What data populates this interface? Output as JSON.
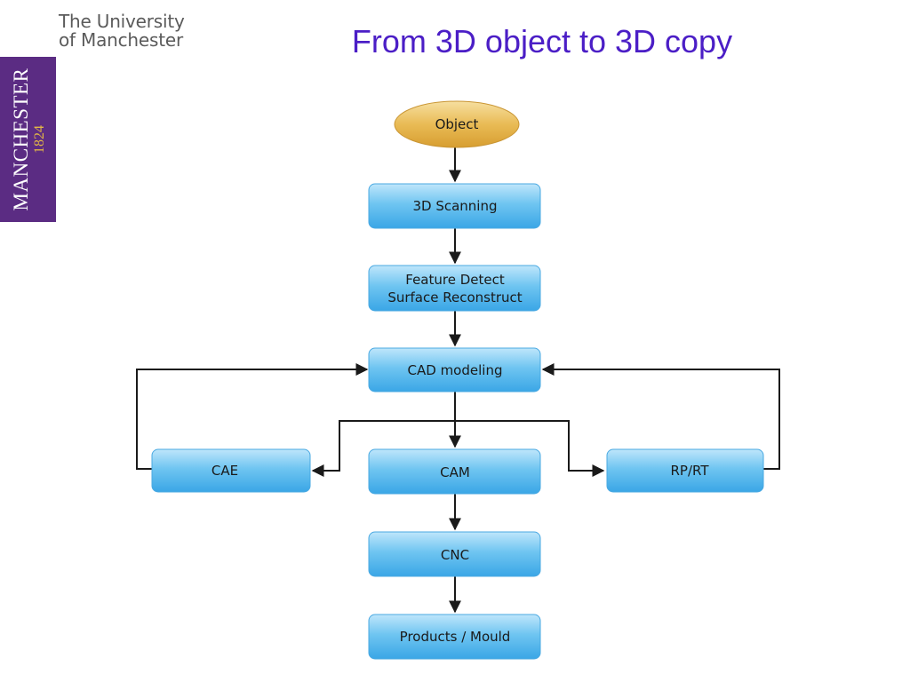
{
  "header": {
    "university_line1": "The University",
    "university_line2": "of Manchester",
    "crest_name": "MANCHESTER",
    "crest_year": "1824"
  },
  "slide": {
    "title": "From 3D object to 3D copy"
  },
  "flowchart": {
    "nodes": {
      "object": "Object",
      "scanning": "3D Scanning",
      "feature_line1": "Feature Detect",
      "feature_line2": "Surface Reconstruct",
      "cad": "CAD modeling",
      "cae": "CAE",
      "cam": "CAM",
      "rprt": "RP/RT",
      "cnc": "CNC",
      "products": "Products / Mould"
    },
    "colors": {
      "process_node": "#5cb8ee",
      "start_node": "#e6b74f",
      "arrow": "#1a1a1a"
    }
  }
}
